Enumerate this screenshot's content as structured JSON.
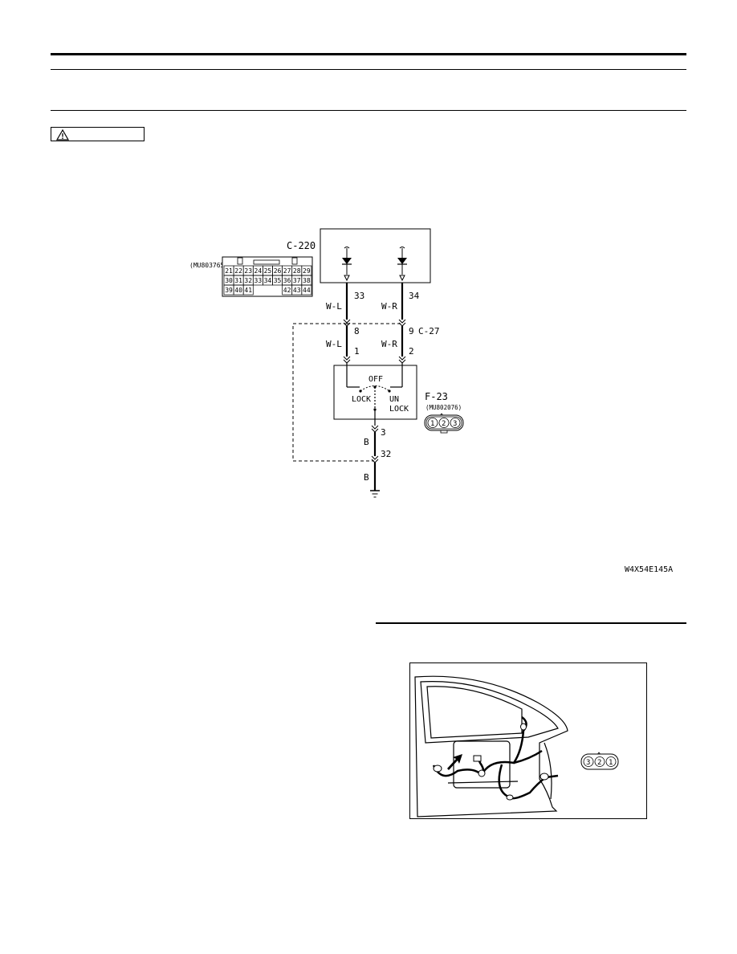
{
  "diagram": {
    "ecu_connector": "C-220",
    "ecu_part_no": "(MU803765)",
    "ecu_pins_row1": [
      "21",
      "22",
      "23",
      "24",
      "25",
      "26",
      "27",
      "28",
      "29"
    ],
    "ecu_pins_row2": [
      "30",
      "31",
      "32",
      "33",
      "34",
      "35",
      "36",
      "37",
      "38"
    ],
    "ecu_pins_row3_left": [
      "39",
      "40",
      "41"
    ],
    "ecu_pins_row3_right": [
      "42",
      "43",
      "44"
    ],
    "pin_left_ecu": "33",
    "pin_right_ecu": "34",
    "wire_left": "W-L",
    "wire_right": "W-R",
    "junction_connector": "C-27",
    "junction_pin_left": "8",
    "junction_pin_right": "9",
    "switch_pin_left": "1",
    "switch_pin_right": "2",
    "switch_off": "OFF",
    "switch_lock": "LOCK",
    "switch_unlock_1": "UN",
    "switch_unlock_2": "LOCK",
    "switch_connector": "F-23",
    "switch_part_no": "(MU802076)",
    "switch_pins": [
      "1",
      "2",
      "3"
    ],
    "ground_pin_switch": "3",
    "ground_pin_junction": "32",
    "ground_wire": "B",
    "figure_code": "W4X54E145A"
  },
  "door_figure": {
    "connector_pins": [
      "3",
      "2",
      "1"
    ]
  }
}
